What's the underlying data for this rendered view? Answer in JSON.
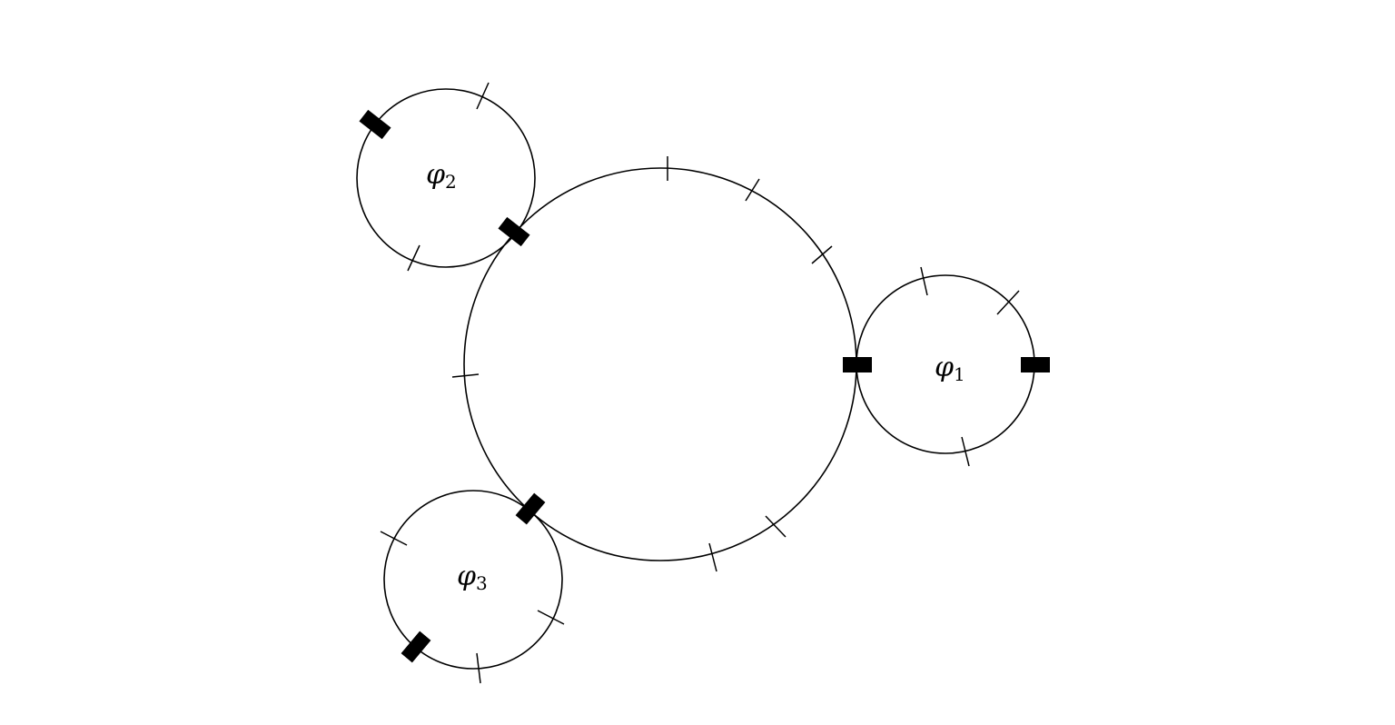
{
  "diagram": {
    "labels": [
      {
        "greek": "φ",
        "index": "1"
      },
      {
        "greek": "φ",
        "index": "2"
      },
      {
        "greek": "φ",
        "index": "3"
      }
    ],
    "colors": {
      "stroke": "#000000",
      "background": "#ffffff"
    }
  }
}
